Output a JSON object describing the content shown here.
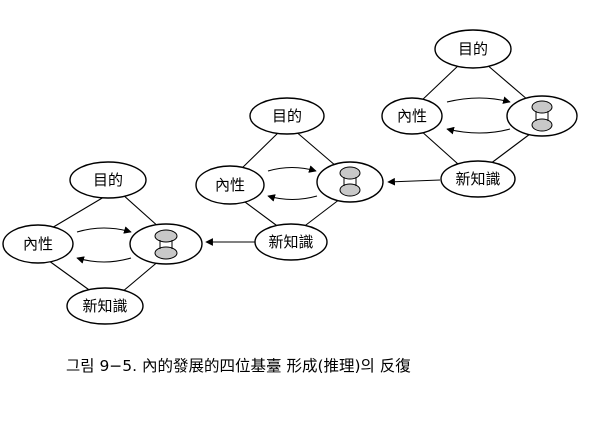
{
  "diagram": {
    "nodes": {
      "purpose": "目的",
      "inner": "內性",
      "knowledge": "新知識"
    },
    "icon": "reasoning-core-icon",
    "caption": "그림 9−5. 內的發展的四位基臺 形成(推理)의 反復"
  },
  "colors": {
    "stroke": "#000000",
    "fill": "#ffffff",
    "shade": "#c8c8c8"
  }
}
